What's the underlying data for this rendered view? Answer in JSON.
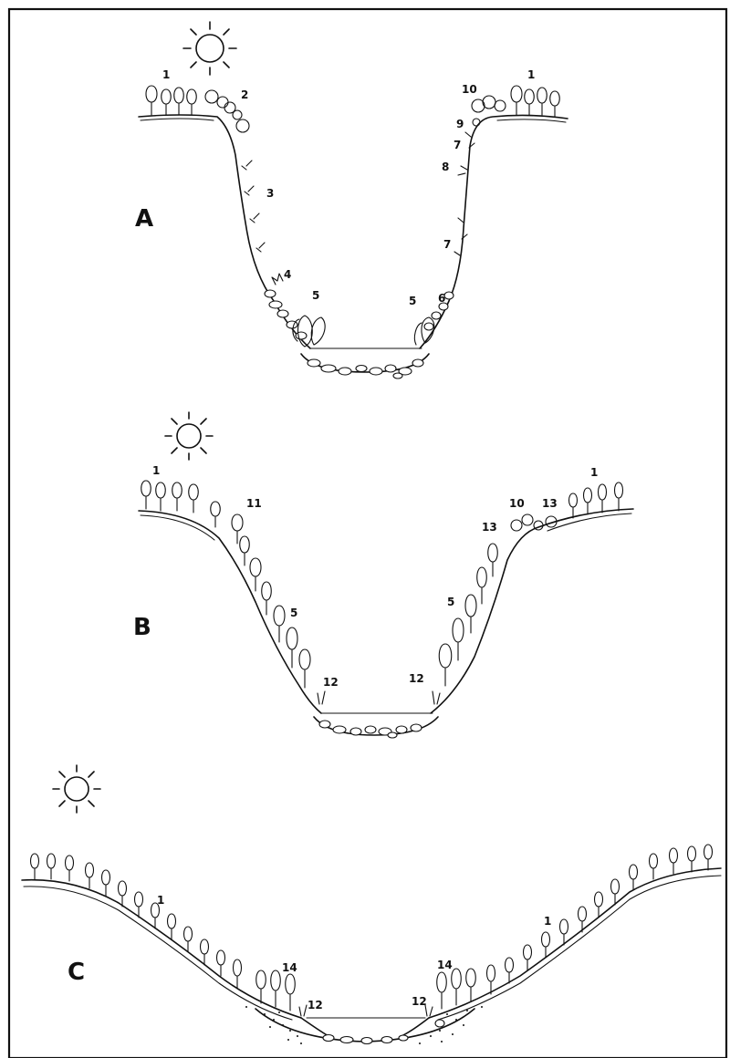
{
  "panels": [
    {
      "letter": "A",
      "labels": {
        "l1a": "1",
        "l2": "2",
        "l3": "3",
        "l4": "4",
        "l5a": "5",
        "l5b": "5",
        "l6": "6",
        "l7a": "7",
        "l7b": "7",
        "l8": "8",
        "l9": "9",
        "l10": "10",
        "l1b": "1"
      }
    },
    {
      "letter": "B",
      "labels": {
        "l1a": "1",
        "l11": "11",
        "l5a": "5",
        "l12a": "12",
        "l12b": "12",
        "l5b": "5",
        "l13a": "13",
        "l10": "10",
        "l13b": "13",
        "l1b": "1"
      }
    },
    {
      "letter": "C",
      "labels": {
        "l1a": "1",
        "l14a": "14",
        "l12a": "12",
        "l12b": "12",
        "l14b": "14",
        "l1b": "1"
      }
    }
  ]
}
